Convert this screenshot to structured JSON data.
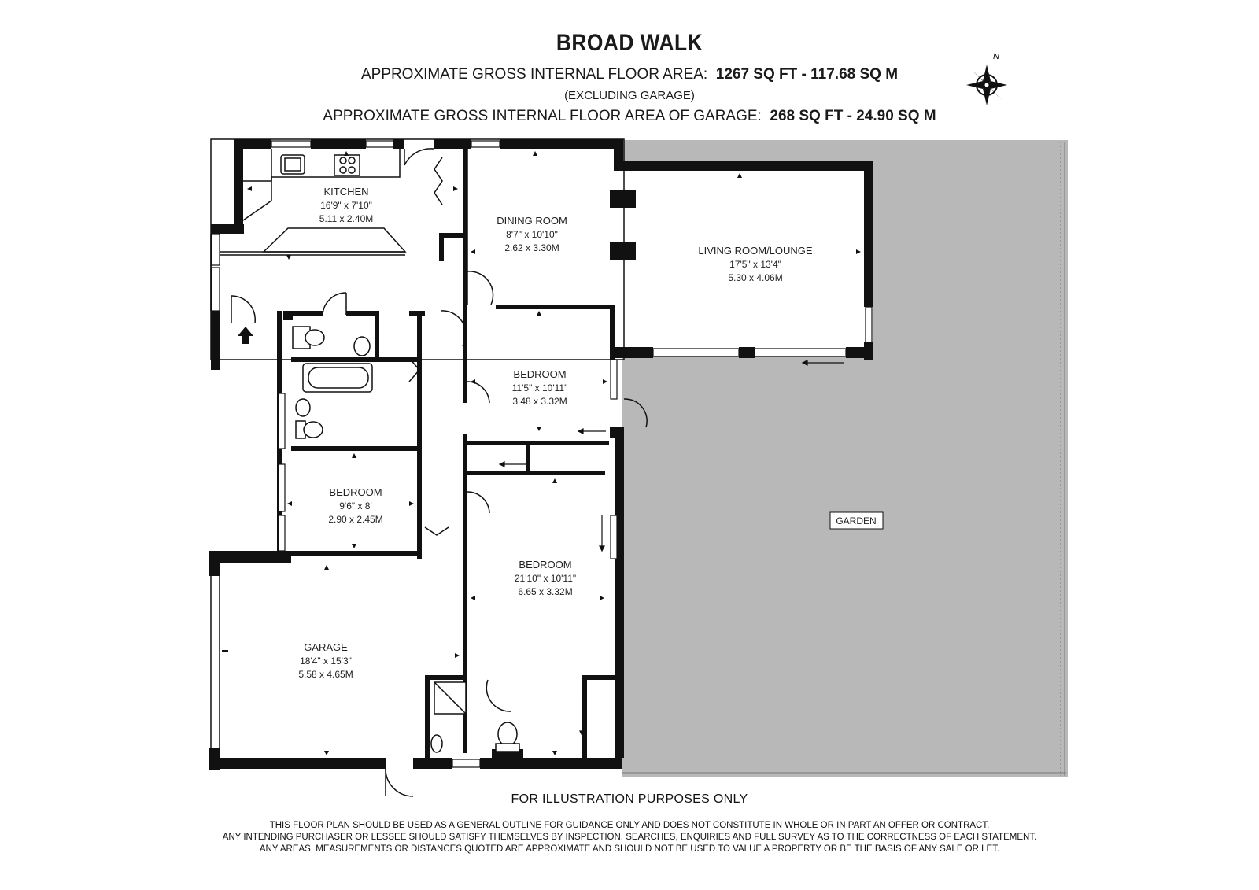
{
  "header": {
    "title": "BROAD WALK",
    "area_label": "APPROXIMATE GROSS INTERNAL FLOOR AREA:",
    "area_value": "1267 SQ FT  -  117.68 SQ M",
    "excluding": "(EXCLUDING GARAGE)",
    "garage_area_label": "APPROXIMATE GROSS INTERNAL FLOOR AREA OF GARAGE:",
    "garage_area_value": "268 SQ FT  -  24.90 SQ M"
  },
  "compass": {
    "north_label": "N",
    "icon": "compass-rose-icon"
  },
  "rooms": {
    "kitchen": {
      "name": "KITCHEN",
      "imperial": "16'9\" x 7'10\"",
      "metric": "5.11 x 2.40M"
    },
    "dining": {
      "name": "DINING ROOM",
      "imperial": "8'7\" x 10'10\"",
      "metric": "2.62 x 3.30M"
    },
    "living": {
      "name": "LIVING ROOM/LOUNGE",
      "imperial": "17'5\" x 13'4\"",
      "metric": "5.30 x 4.06M"
    },
    "bedroom1": {
      "name": "BEDROOM",
      "imperial": "11'5\" x 10'11\"",
      "metric": "3.48 x 3.32M"
    },
    "bedroom2": {
      "name": "BEDROOM",
      "imperial": "9'6\" x 8'",
      "metric": "2.90 x 2.45M"
    },
    "bedroom3": {
      "name": "BEDROOM",
      "imperial": "21'10\" x 10'11\"",
      "metric": "6.65 x 3.32M"
    },
    "garage": {
      "name": "GARAGE",
      "imperial": "18'4\" x 15'3\"",
      "metric": "5.58 x 4.65M"
    },
    "garden": {
      "name": "GARDEN"
    }
  },
  "colors": {
    "wall": "#111111",
    "garden": "#b8b8b8",
    "paper": "#ffffff"
  },
  "footer": {
    "illustration": "FOR ILLUSTRATION PURPOSES ONLY",
    "disclaimer_1": "THIS FLOOR PLAN SHOULD BE USED AS A GENERAL OUTLINE FOR GUIDANCE ONLY AND DOES NOT CONSTITUTE IN WHOLE OR IN PART AN OFFER OR CONTRACT.",
    "disclaimer_2": "ANY INTENDING PURCHASER OR LESSEE SHOULD SATISFY THEMSELVES BY INSPECTION, SEARCHES, ENQUIRIES AND FULL SURVEY AS TO THE CORRECTNESS OF EACH STATEMENT.",
    "disclaimer_3": "ANY AREAS, MEASUREMENTS OR DISTANCES QUOTED ARE APPROXIMATE AND SHOULD NOT BE USED TO VALUE A PROPERTY OR BE THE BASIS OF ANY SALE OR LET."
  }
}
